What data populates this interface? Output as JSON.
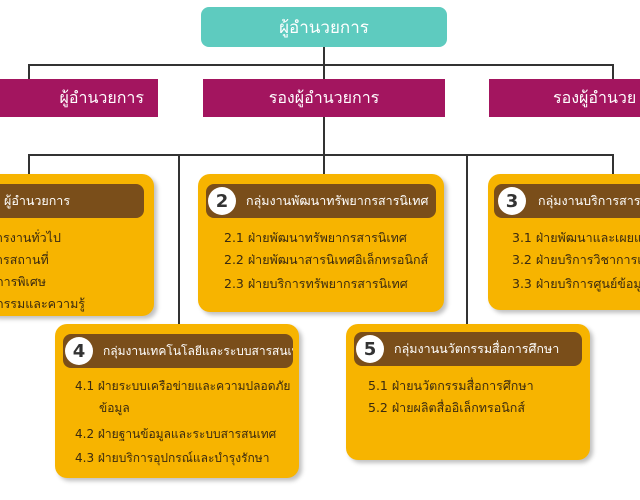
{
  "top": {
    "title": "ผู้อำนวยการ"
  },
  "vice": [
    "ผู้อำนวยการ",
    "รองผู้อำนวยการ",
    "รองผู้อำนวย"
  ],
  "groups": {
    "g1": {
      "title": "ผู้อำนวยการ",
      "items": [
        "ารงานทั่วไป",
        "ารสถานที่",
        "การพิเศษ",
        "กรรมและความรู้"
      ]
    },
    "g2": {
      "number": "2",
      "title": "กลุ่มงานพัฒนาทรัพยากรสารนิเทศ",
      "items": [
        "2.1 ฝ่ายพัฒนาทรัพยากรสารนิเทศ",
        "2.2 ฝ่ายพัฒนาสารนิเทศอิเล็กทรอนิกส์",
        "2.3 ฝ่ายบริการทรัพยากรสารนิเทศ"
      ]
    },
    "g3": {
      "number": "3",
      "title": "กลุ่มงานบริการสาร",
      "items": [
        "3.1 ฝ่ายพัฒนาและเผยแ",
        "3.2 ฝ่ายบริการวิชาการแ",
        "3.3 ฝ่ายบริการศูนย์ข้อมู"
      ]
    },
    "g4": {
      "number": "4",
      "title": "กลุ่มงานเทคโนโลยีและระบบสารสนเทศ",
      "items": [
        "4.1 ฝ่ายระบบเครือข่ายและความปลอดภัย",
        "ข้อมูล",
        "4.2 ฝ่ายฐานข้อมูลและระบบสารสนเทศ",
        "4.3 ฝ่ายบริการอุปกรณ์และบำรุงรักษา"
      ]
    },
    "g5": {
      "number": "5",
      "title": "กลุ่มงานนวัตกรรมสื่อการศึกษา",
      "items": [
        "5.1 ฝ่ายนวัตกรรมสื่อการศึกษา",
        "5.2 ฝ่ายผลิตสื่ออิเล็กทรอนิกส์"
      ]
    }
  }
}
